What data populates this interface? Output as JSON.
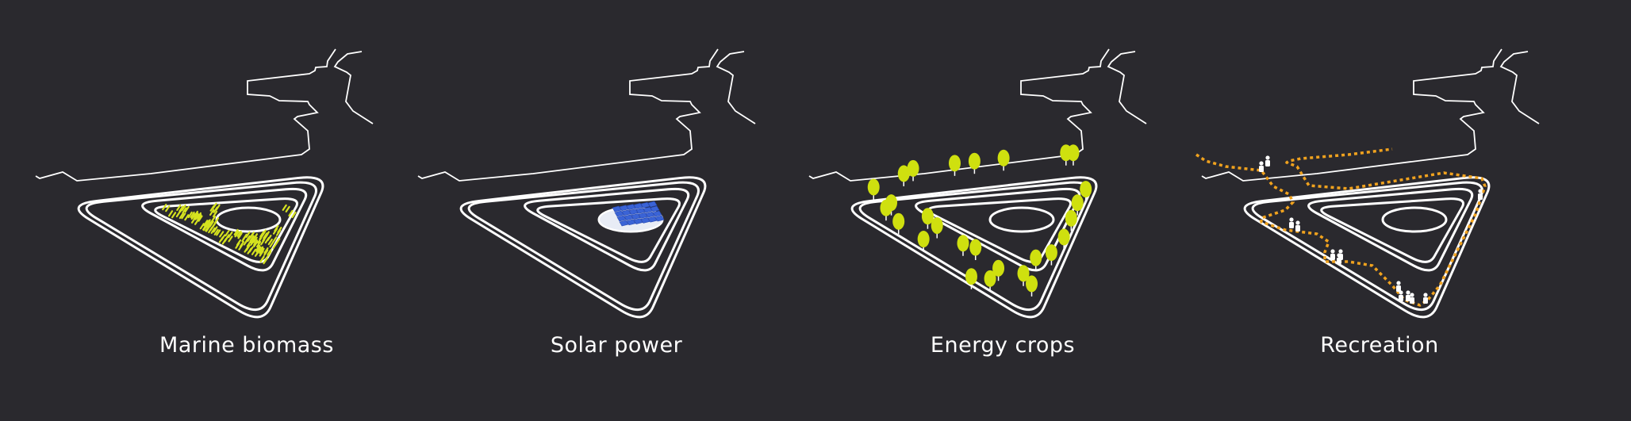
{
  "panels": [
    {
      "label": "Marine biomass",
      "feature": "seaweed-strips"
    },
    {
      "label": "Solar power",
      "feature": "solar-panels"
    },
    {
      "label": "Energy crops",
      "feature": "trees"
    },
    {
      "label": "Recreation",
      "feature": "walking-path"
    }
  ],
  "colors": {
    "background": "#2a292e",
    "lines": "#ffffff",
    "biomass": "#d6e31f",
    "trees": "#cfe00f",
    "solar": "#3a63d6",
    "path": "#f0a21e"
  }
}
